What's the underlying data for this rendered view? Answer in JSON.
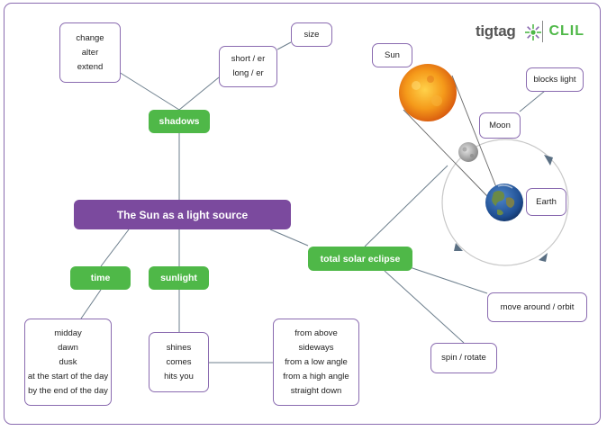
{
  "logo": {
    "brand": "tigtag",
    "product": "CLIL"
  },
  "center": {
    "label": "The Sun as a light source"
  },
  "branches": {
    "shadows": "shadows",
    "time": "time",
    "sunlight": "sunlight",
    "eclipse": "total solar eclipse"
  },
  "boxes": {
    "shadow_verbs": [
      "change",
      "alter",
      "extend"
    ],
    "shadow_size": [
      "size"
    ],
    "shadow_length": [
      "short / er",
      "long / er"
    ],
    "time_words": [
      "midday",
      "dawn",
      "dusk",
      "at the start of the day",
      "by the end of the day"
    ],
    "sunlight_verbs": [
      "shines",
      "comes",
      "hits you"
    ],
    "sunlight_directions": [
      "from above",
      "sideways",
      "from a low angle",
      "from a high angle",
      "straight down"
    ],
    "move_around": [
      "move around / orbit"
    ],
    "spin": [
      "spin / rotate"
    ],
    "sun": [
      "Sun"
    ],
    "moon": [
      "Moon"
    ],
    "earth": [
      "Earth"
    ],
    "blocks_light": [
      "blocks light"
    ]
  },
  "colors": {
    "green": "#4fb848",
    "purple": "#7b4a9e",
    "border": "#8a6bb0",
    "line": "#6d7f8d",
    "orbit": "#c8c8c8",
    "arrow": "#5a6f83"
  }
}
